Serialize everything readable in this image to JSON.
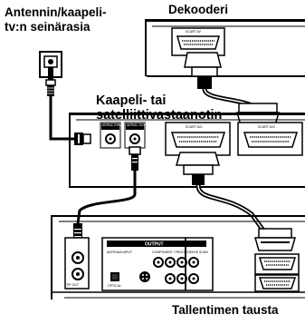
{
  "labels": {
    "antenna_line1": "Antennin/kaapeli-",
    "antenna_line2": "tv:n seinärasia",
    "decoder": "Dekooderi",
    "receiver_line1": "Kaapeli- tai",
    "receiver_line2": "satelliittivastaanotin",
    "recorder_back": "Tallentimen tausta"
  },
  "port_labels": {
    "decoder_scart": "SCART AV",
    "receiver_scart1": "SCART AV1",
    "receiver_scart2": "SCART AV2",
    "antenna_input": "AERIAL INPUT",
    "antenna_output": "AERIAL OUTPUT",
    "output_header": "OUTPUT",
    "component": "COMPONENT / PROGRESSIVE SCAN",
    "rf_in": "ANTENNA INPUT",
    "rf_out": "RF OUT",
    "digital_out": "OPTICAL"
  }
}
